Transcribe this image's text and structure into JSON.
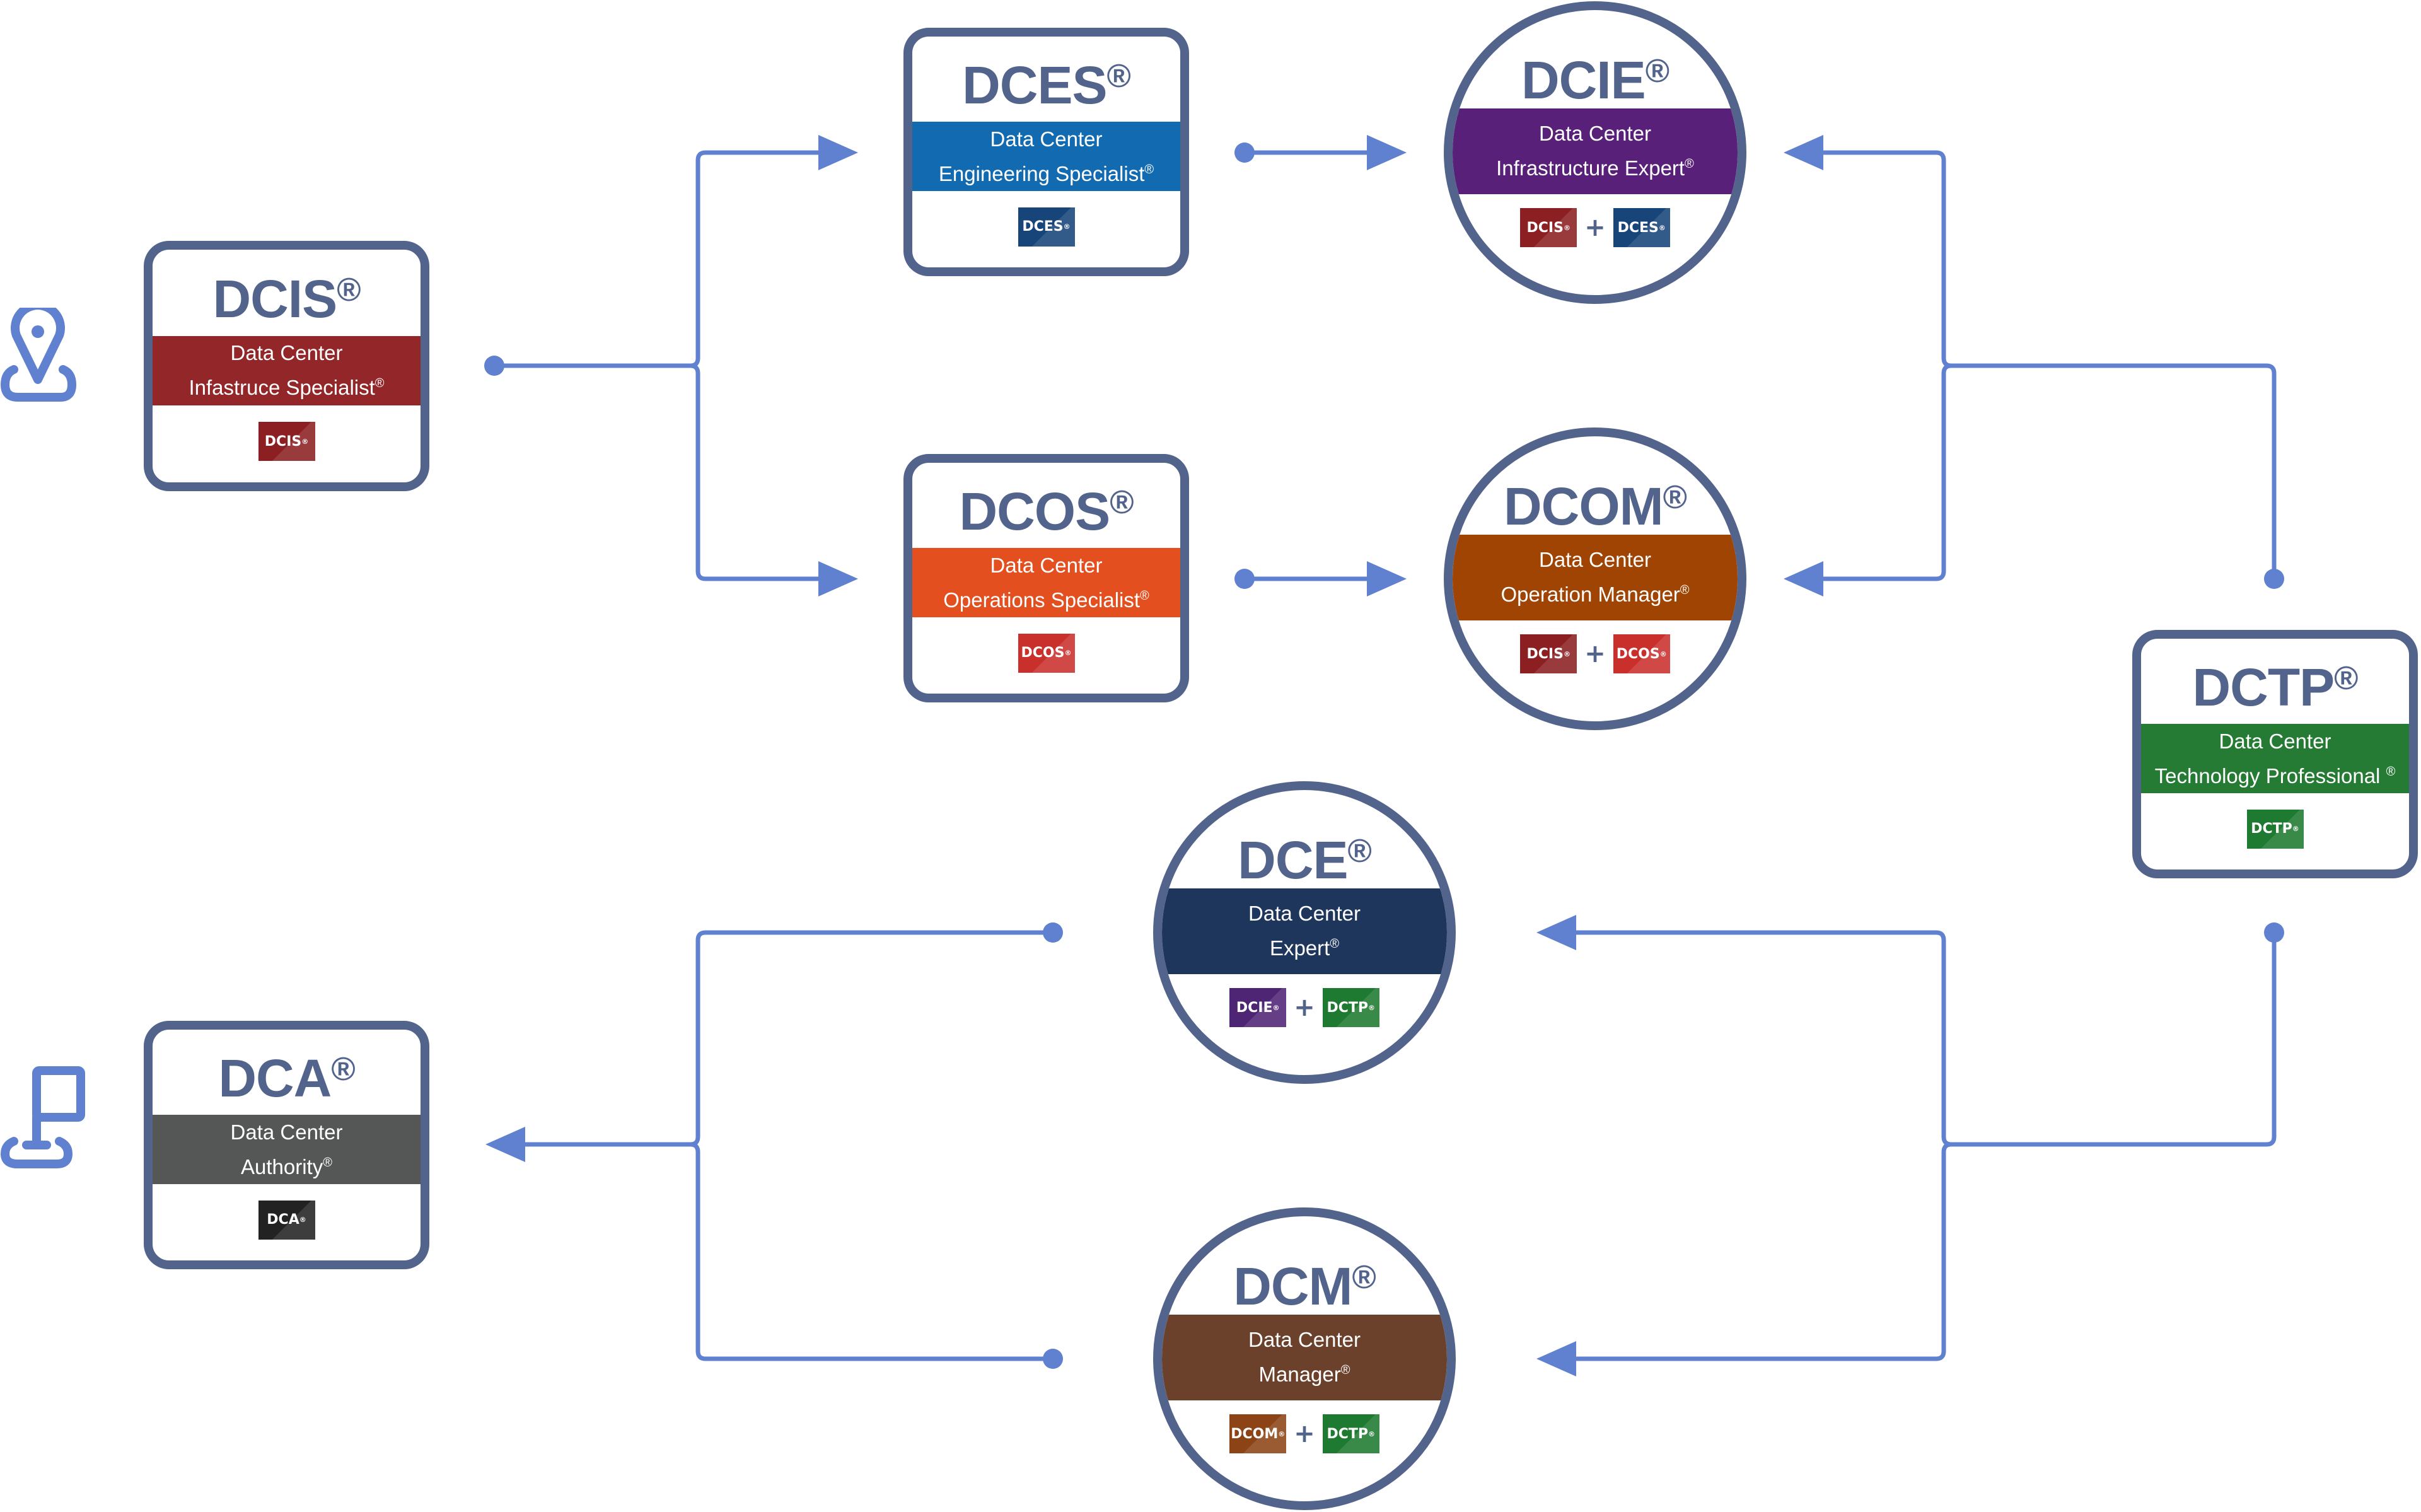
{
  "diagram": {
    "title": "Data Center certification pathway",
    "colors": {
      "connector": "#6080d0",
      "card_border": "#52638c",
      "title_text": "#52638c"
    },
    "icons": {
      "start": "location-pin-icon",
      "finish": "flag-icon"
    },
    "nodes": [
      {
        "id": "dcis",
        "shape": "box",
        "title": "DCIS",
        "reg": "®",
        "line1": "Data Center",
        "line2": "Infastruce Specialist",
        "band_color": "#922628",
        "badges": [
          {
            "label": "DCIS",
            "reg": "®",
            "color": "#8b1f22"
          }
        ]
      },
      {
        "id": "dces",
        "shape": "box",
        "title": "DCES",
        "reg": "®",
        "line1": "Data Center",
        "line2": "Engineering Specialist",
        "band_color": "#126bb0",
        "badges": [
          {
            "label": "DCES",
            "reg": "®",
            "color": "#174479"
          }
        ]
      },
      {
        "id": "dcos",
        "shape": "box",
        "title": "DCOS",
        "reg": "®",
        "line1": "Data Center",
        "line2": "Operations Specialist",
        "band_color": "#e44f20",
        "badges": [
          {
            "label": "DCOS",
            "reg": "®",
            "color": "#c9302c"
          }
        ]
      },
      {
        "id": "dcie",
        "shape": "circle",
        "title": "DCIE",
        "reg": "®",
        "line1": "Data Center",
        "line2": "Infrastructure Expert",
        "band_color": "#582079",
        "badges": [
          {
            "label": "DCIS",
            "reg": "®",
            "color": "#8b1f22"
          },
          {
            "label": "DCES",
            "reg": "®",
            "color": "#174479"
          }
        ]
      },
      {
        "id": "dcom",
        "shape": "circle",
        "title": "DCOM",
        "reg": "®",
        "line1": "Data Center",
        "line2": "Operation Manager",
        "band_color": "#a04403",
        "badges": [
          {
            "label": "DCIS",
            "reg": "®",
            "color": "#8b1f22"
          },
          {
            "label": "DCOS",
            "reg": "®",
            "color": "#c9302c"
          }
        ]
      },
      {
        "id": "dctp",
        "shape": "box",
        "title": "DCTP",
        "reg": "®",
        "line1": "Data Center",
        "line2": "Technology Professional ",
        "band_color": "#257b34",
        "badges": [
          {
            "label": "DCTP",
            "reg": "®",
            "color": "#1e7a30"
          }
        ]
      },
      {
        "id": "dce",
        "shape": "circle",
        "title": "DCE",
        "reg": "®",
        "line1": "Data Center",
        "line2": "Expert",
        "band_color": "#1e355c",
        "badges": [
          {
            "label": "DCIE",
            "reg": "®",
            "color": "#4e2475"
          },
          {
            "label": "DCTP",
            "reg": "®",
            "color": "#1e7a30"
          }
        ]
      },
      {
        "id": "dcm",
        "shape": "circle",
        "title": "DCM",
        "reg": "®",
        "line1": "Data Center",
        "line2": "Manager",
        "band_color": "#6b412b",
        "badges": [
          {
            "label": "DCOM",
            "reg": "®",
            "color": "#8c4416"
          },
          {
            "label": "DCTP",
            "reg": "®",
            "color": "#1e7a30"
          }
        ]
      },
      {
        "id": "dca",
        "shape": "box",
        "title": "DCA",
        "reg": "®",
        "line1": "Data Center",
        "line2": "Authority",
        "band_color": "#555757",
        "badges": [
          {
            "label": "DCA",
            "reg": "®",
            "color": "#222222"
          }
        ]
      }
    ],
    "edges": [
      {
        "from": "dcis",
        "to": "dces"
      },
      {
        "from": "dcis",
        "to": "dcos"
      },
      {
        "from": "dces",
        "to": "dcie"
      },
      {
        "from": "dcos",
        "to": "dcom"
      },
      {
        "from": "dctp",
        "to": "dcie"
      },
      {
        "from": "dctp",
        "to": "dcom"
      },
      {
        "from": "dctp",
        "to": "dce"
      },
      {
        "from": "dctp",
        "to": "dcm"
      },
      {
        "from": "dce",
        "to": "dca"
      },
      {
        "from": "dcm",
        "to": "dca"
      }
    ],
    "plus_sign": "+"
  }
}
